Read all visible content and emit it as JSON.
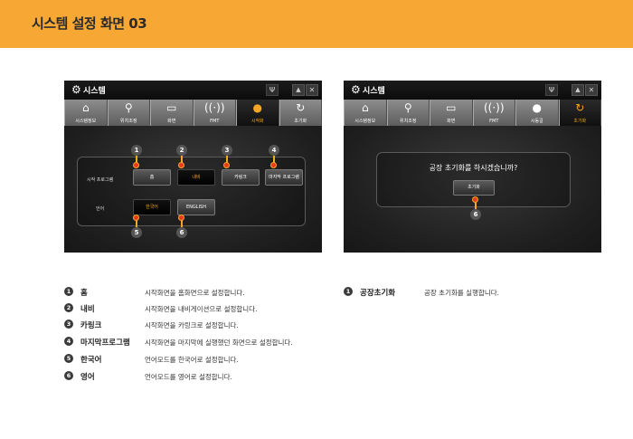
{
  "page": {
    "title": "시스템 설정 화면 03"
  },
  "colors": {
    "header": "#f7a733",
    "accent": "#f5a623",
    "marker_dot": "#e53b1f"
  },
  "left_screen": {
    "title": "시스템",
    "usb_icon": "usb-icon",
    "tabs": [
      {
        "label": "시스템정보",
        "icon": "home-icon",
        "active": false
      },
      {
        "label": "위치조정",
        "icon": "search-icon",
        "active": false
      },
      {
        "label": "화면",
        "icon": "monitor-icon",
        "active": false
      },
      {
        "label": "FMT",
        "icon": "signal-icon",
        "active": false
      },
      {
        "label": "시작화",
        "icon": "bulb-icon",
        "active": true
      },
      {
        "label": "초기화",
        "icon": "reset-icon",
        "active": false
      }
    ],
    "rows": {
      "start_program_label": "시작 프로그램",
      "language_label": "언어"
    },
    "buttons": {
      "home": "홈",
      "navi": "내비",
      "carring": "카링크",
      "last_program": "마지막 프로그램",
      "korean": "한국어",
      "english": "ENGLISH"
    },
    "markers": [
      "1",
      "2",
      "3",
      "4",
      "5",
      "6"
    ]
  },
  "right_screen": {
    "title": "시스템",
    "tabs": [
      {
        "label": "시스템정보",
        "icon": "home-icon",
        "active": false
      },
      {
        "label": "위치조정",
        "icon": "search-icon",
        "active": false
      },
      {
        "label": "화면",
        "icon": "monitor-icon",
        "active": false
      },
      {
        "label": "FMT",
        "icon": "signal-icon",
        "active": false
      },
      {
        "label": "시동걸",
        "icon": "bulb-icon",
        "active": false
      },
      {
        "label": "초기화",
        "icon": "reset-icon",
        "active": true
      }
    ],
    "dialog_message": "공장 초기화를 하시겠습니까?",
    "reset_button": "초기화",
    "marker": "6"
  },
  "legend_left": [
    {
      "num": "1",
      "term": "홈",
      "desc": "시작화면을 홈화면으로 설정합니다."
    },
    {
      "num": "2",
      "term": "내비",
      "desc": "시작화면을 내비게이션으로 설정합니다."
    },
    {
      "num": "3",
      "term": "카링크",
      "desc": "시작화면을 카링크로 설정합니다."
    },
    {
      "num": "4",
      "term": "마지막프로그램",
      "desc": "시작화면을 마지막에 실행했던 화면으로 설정합니다."
    },
    {
      "num": "5",
      "term": "한국어",
      "desc": "언어모드를 한국어로 설정합니다."
    },
    {
      "num": "6",
      "term": "영어",
      "desc": "언어모드를 영어로 설정합니다."
    }
  ],
  "legend_right": [
    {
      "num": "1",
      "term": "공장초기화",
      "desc": "공장 초기화를 실행합니다."
    }
  ]
}
